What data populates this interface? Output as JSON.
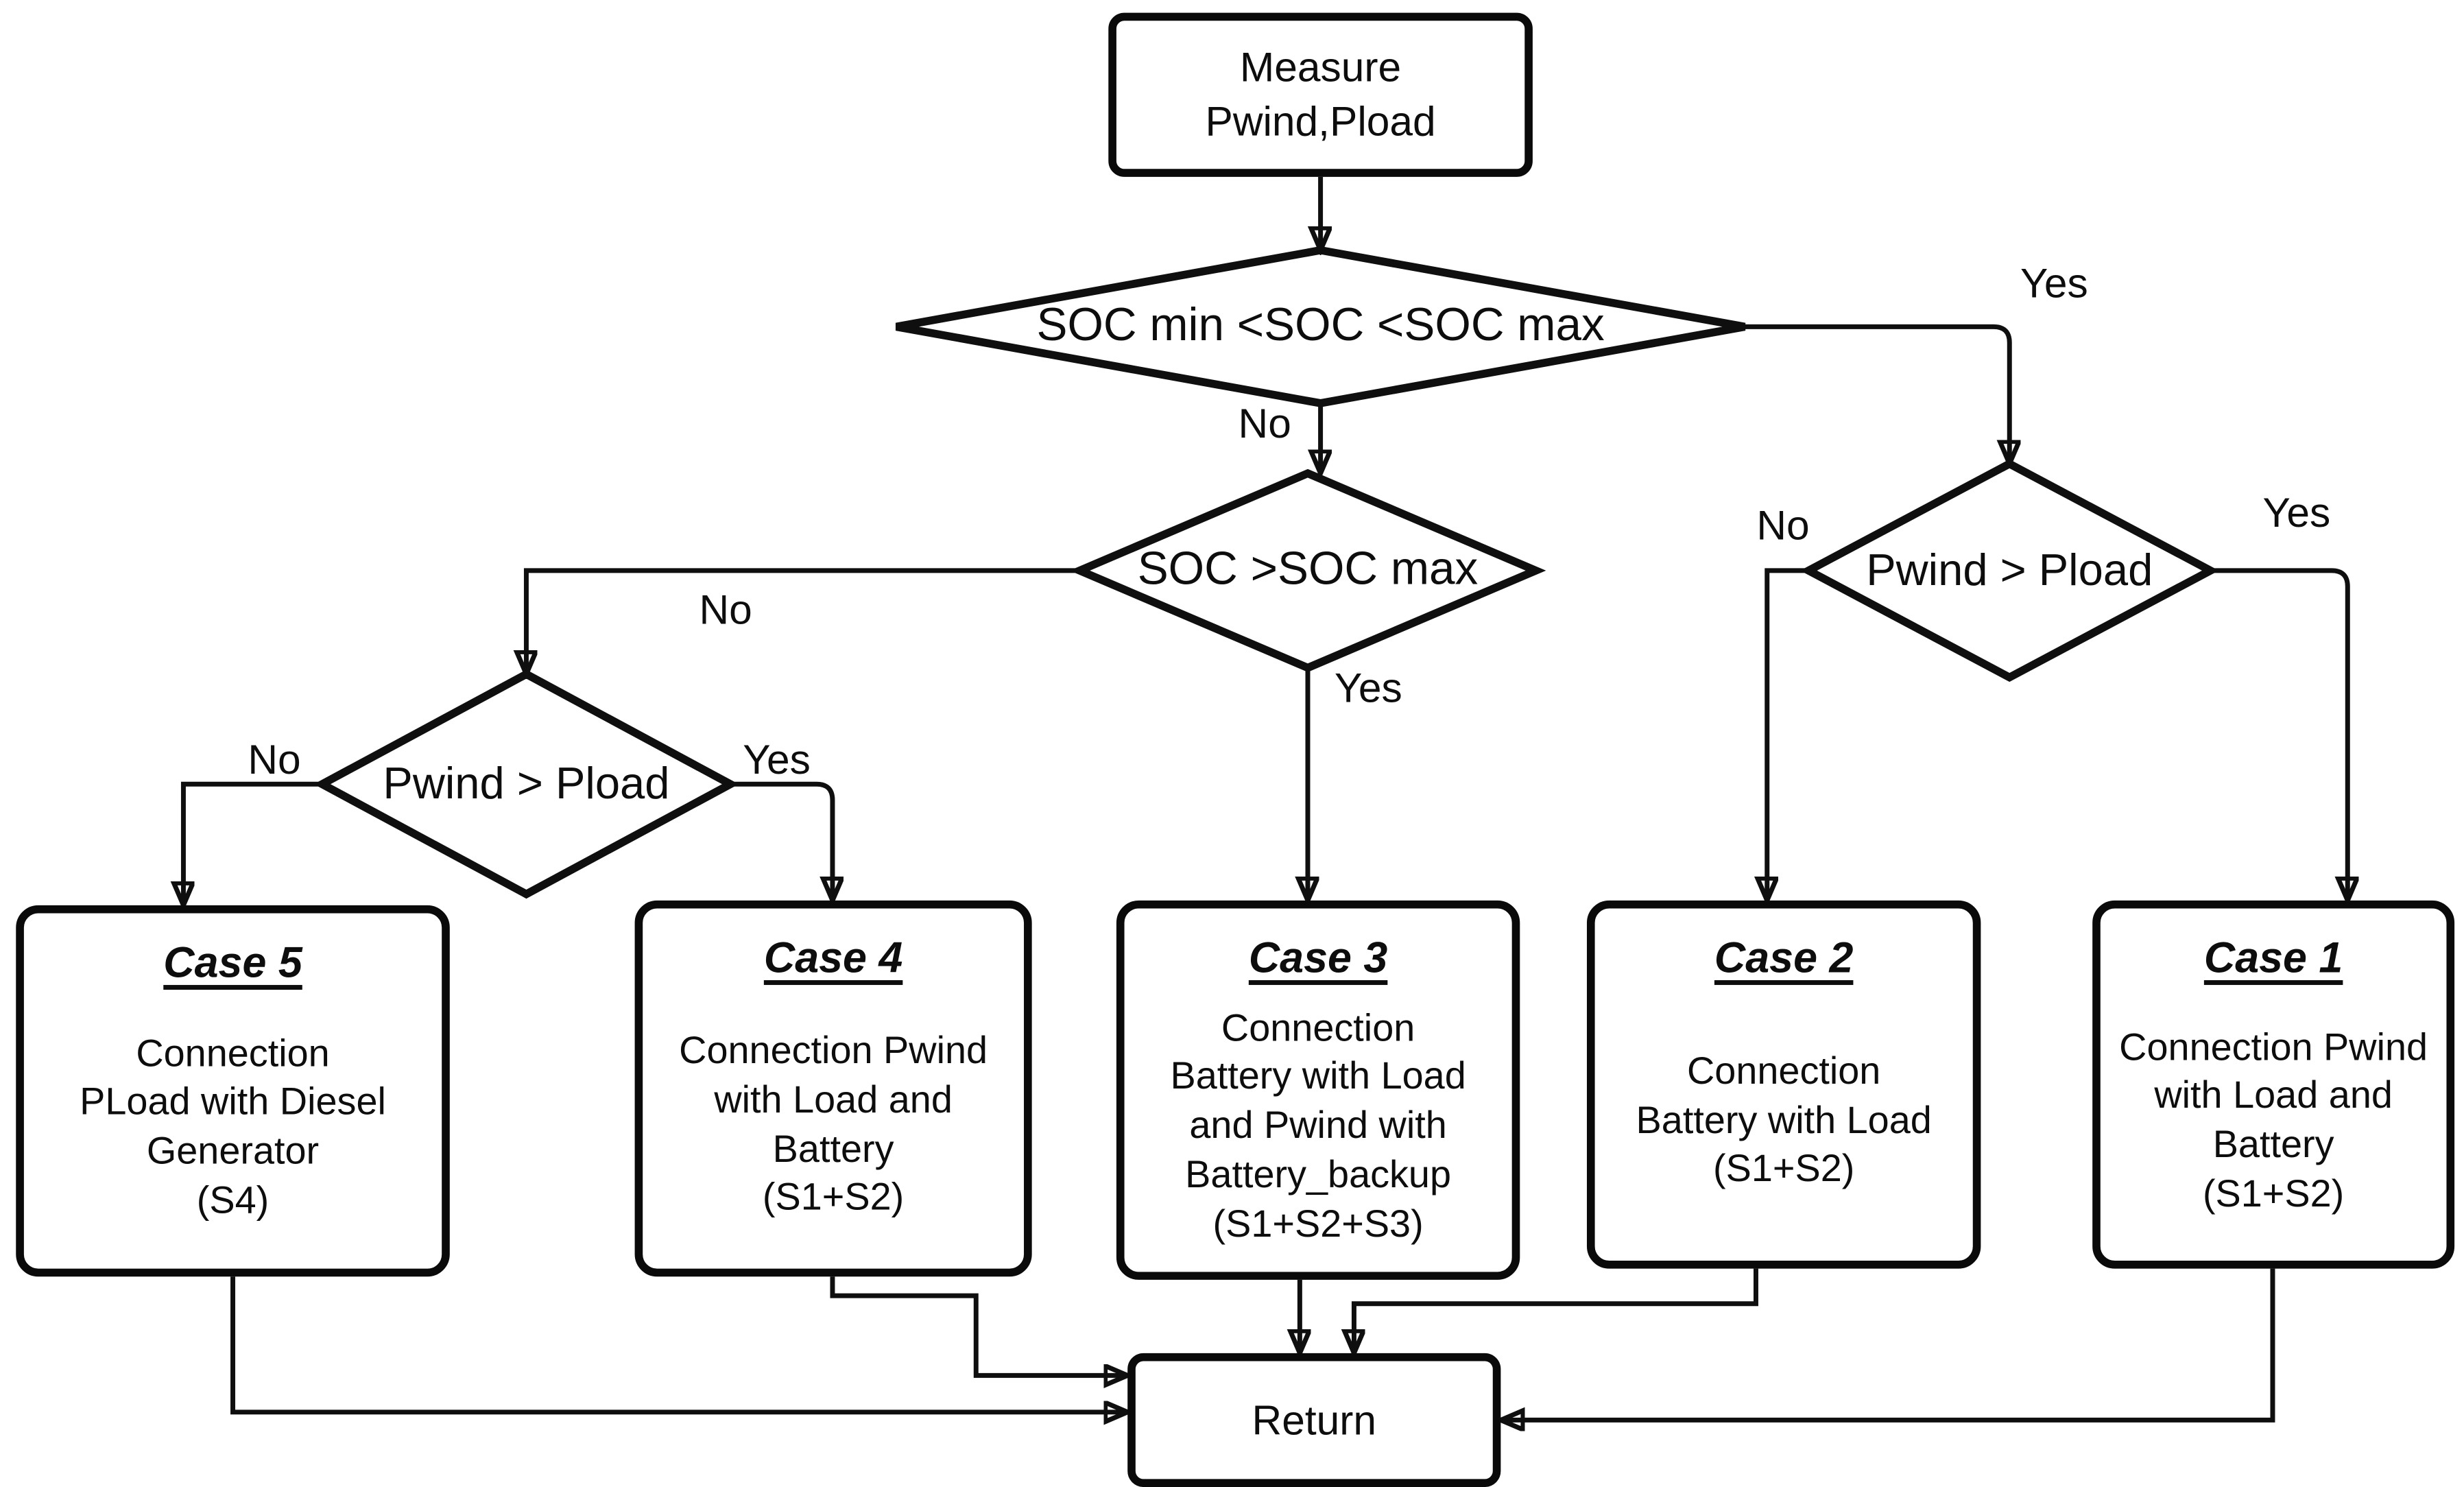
{
  "diagram": {
    "nodes": {
      "start": {
        "text": "Measure\nPwind,Pload"
      },
      "d_soc_range": {
        "label": "SOC min <SOC <SOC max"
      },
      "d_soc_max": {
        "label": "SOC >SOC max"
      },
      "d_pwind_right": {
        "label": "Pwind > Pload"
      },
      "d_pwind_left": {
        "label": "Pwind > Pload"
      },
      "case5": {
        "title": "Case 5",
        "body": "Connection\nPLoad with Diesel\nGenerator\n(S4)"
      },
      "case4": {
        "title": "Case 4",
        "body": "Connection Pwind\nwith Load and\nBattery\n(S1+S2)"
      },
      "case3": {
        "title": "Case 3",
        "body": "Connection\nBattery with Load\nand Pwind with\nBattery_backup\n(S1+S2+S3)"
      },
      "case2": {
        "title": "Case 2",
        "body": "Connection\nBattery with Load\n(S1+S2)"
      },
      "case1": {
        "title": "Case 1",
        "body": "Connection Pwind\nwith Load and\nBattery\n(S1+S2)"
      },
      "return": {
        "text": "Return"
      }
    },
    "labels": {
      "d1_yes": "Yes",
      "d1_no": "No",
      "d2_yes": "Yes",
      "d2_no": "No",
      "d3_yes": "Yes",
      "d3_no": "No",
      "d4_yes": "Yes",
      "d4_no": "No"
    },
    "colors": {
      "stroke": "#0f0f0f",
      "fill": "#ffffff",
      "text": "#0d0d0d"
    }
  }
}
